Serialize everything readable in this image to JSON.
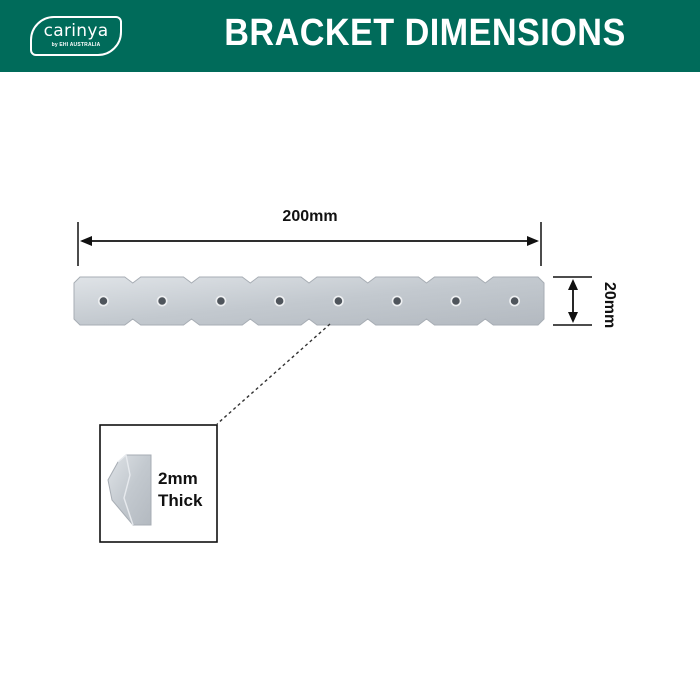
{
  "header": {
    "title": "BRACKET DIMENSIONS",
    "logo_word": "carinya",
    "logo_sub": "by EHI AUSTRALIA",
    "background": "#006b5a"
  },
  "dimensions": {
    "length_label": "200mm",
    "width_label": "20mm",
    "thickness_line1": "2mm",
    "thickness_line2": "Thick"
  },
  "bracket": {
    "hole_count": 8,
    "color": "#c9ced3"
  }
}
